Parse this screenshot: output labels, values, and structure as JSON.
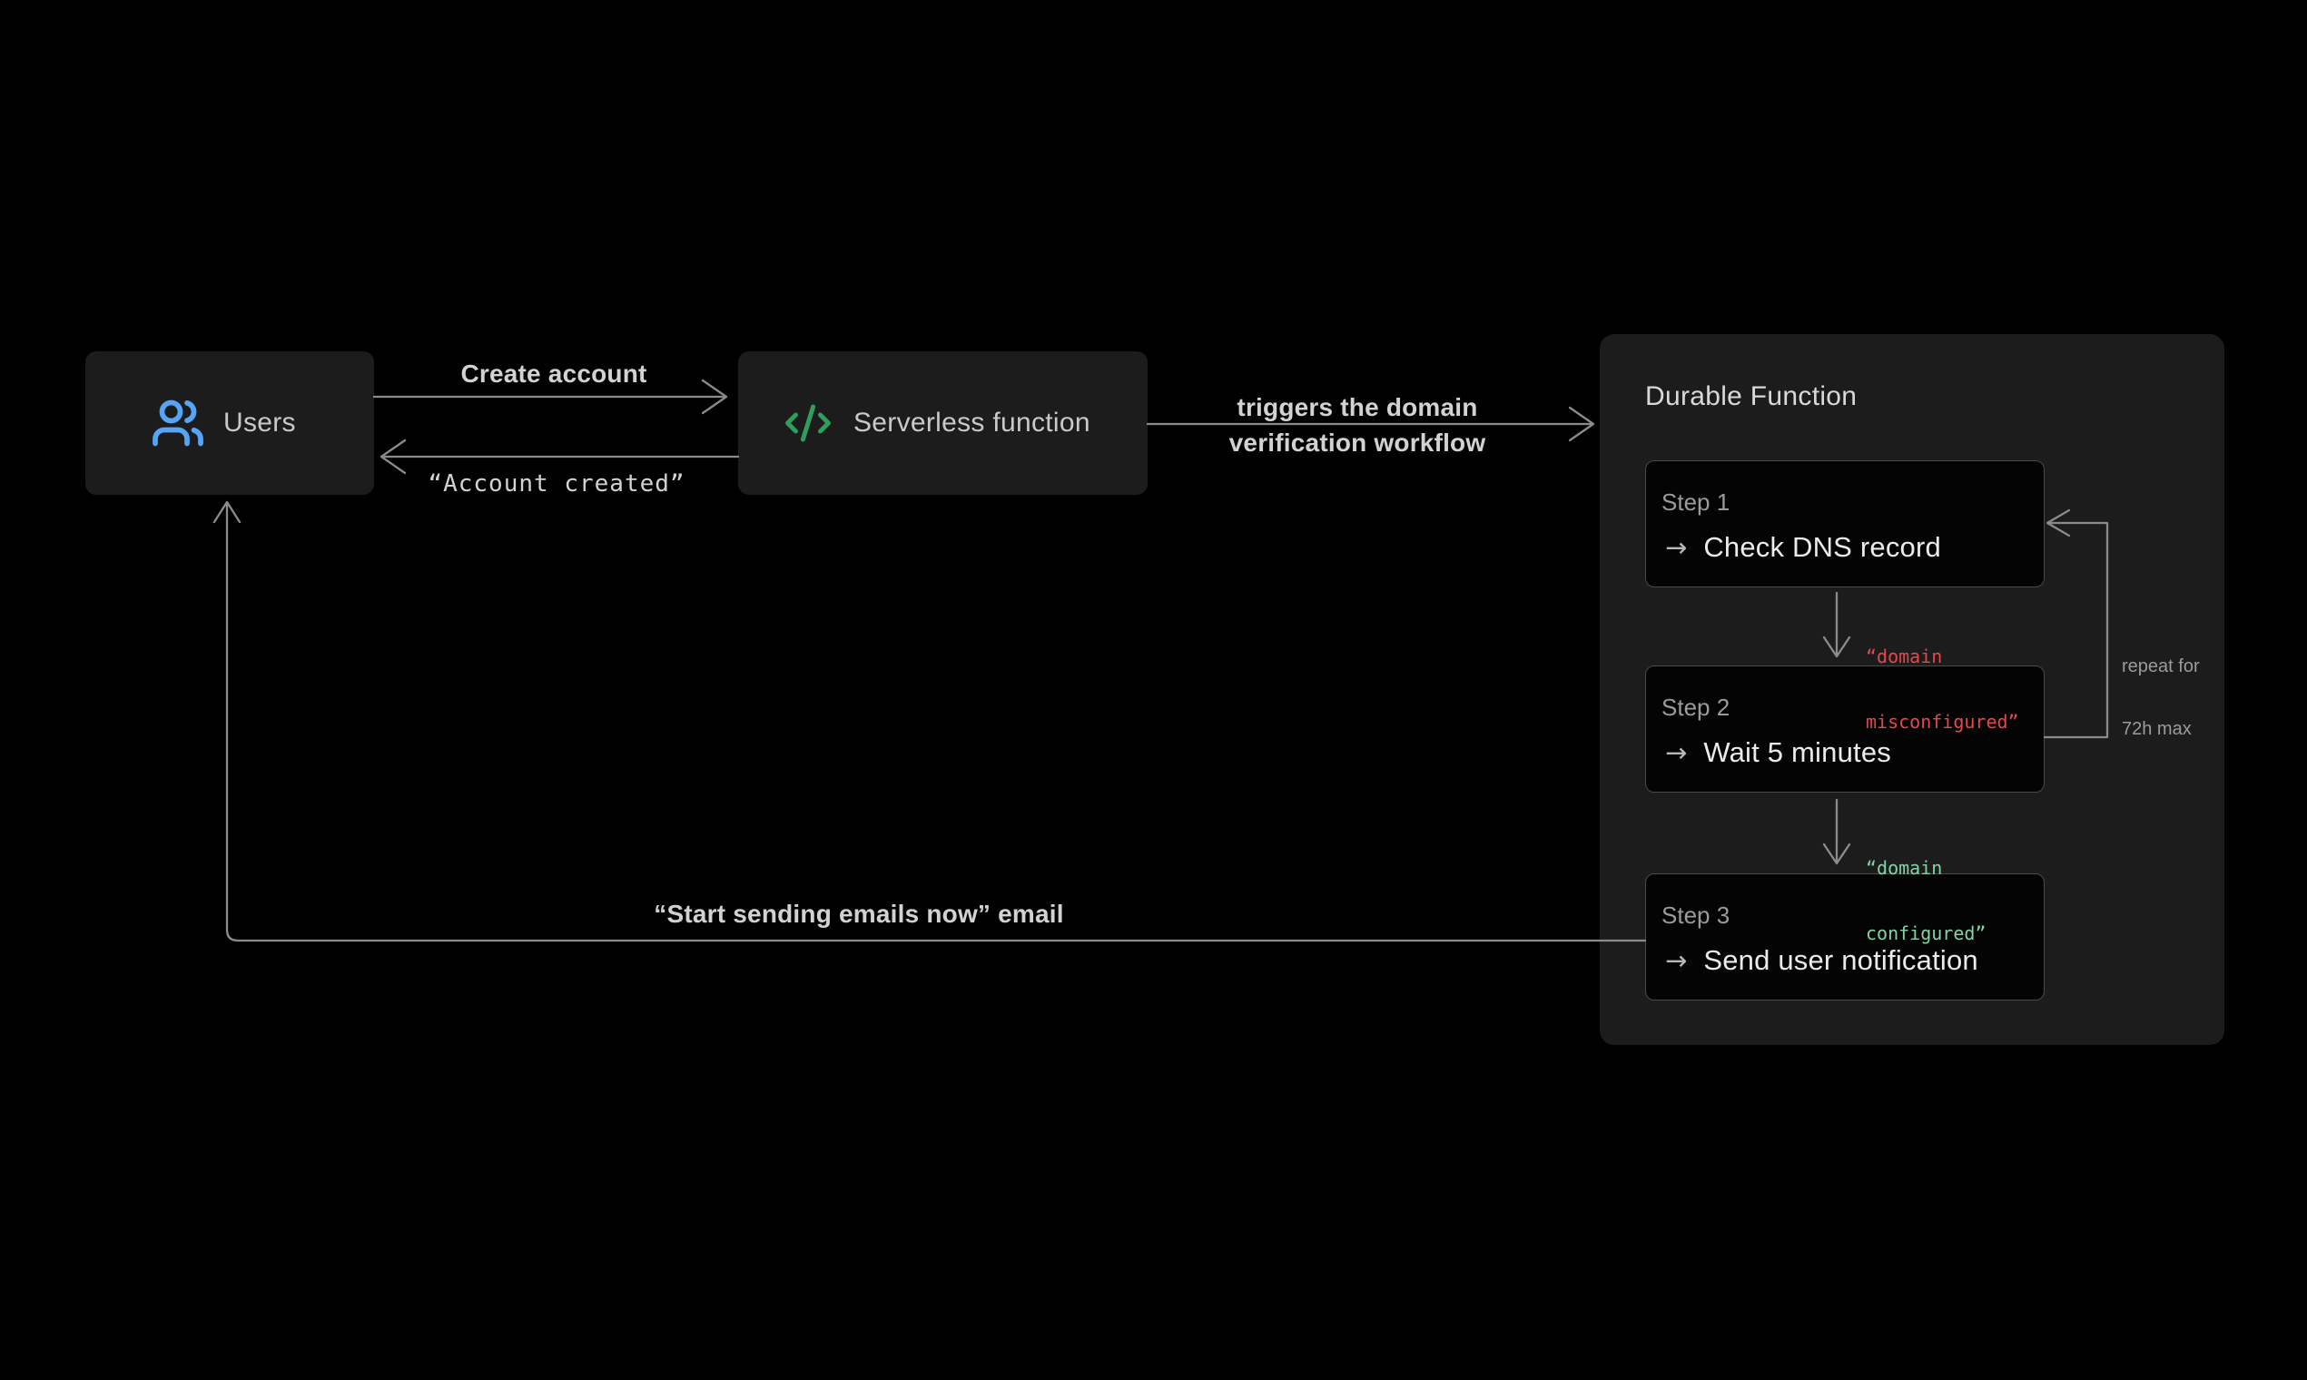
{
  "diagram": {
    "users_box": {
      "label": "Users"
    },
    "serverless_box": {
      "label": "Serverless function"
    },
    "edges": {
      "create_account": {
        "label": "Create account"
      },
      "account_created": {
        "label": "“Account created”"
      },
      "triggers": {
        "label_line1": "triggers the domain",
        "label_line2": "verification workflow"
      },
      "domain_misconfigured": {
        "label_line1": "“domain",
        "label_line2": "misconfigured”"
      },
      "domain_configured": {
        "label_line1": "“domain",
        "label_line2": "configured”"
      },
      "repeat_note": {
        "label_line1": "repeat for",
        "label_line2": "72h max"
      },
      "start_sending": {
        "label": "“Start sending emails now” email"
      }
    },
    "durable_function": {
      "title": "Durable Function",
      "steps": [
        {
          "label": "Step 1",
          "action": "Check DNS record"
        },
        {
          "label": "Step 2",
          "action": "Wait 5 minutes"
        },
        {
          "label": "Step 3",
          "action": "Send user notification"
        }
      ]
    },
    "icons": {
      "step_arrow": "→"
    },
    "colors": {
      "background": "#000000",
      "panel_bg": "#1c1c1c",
      "node_bg": "#1c1c1c",
      "step_bg": "#040404",
      "step_border": "#4a4a4a",
      "arrow": "#8b8b8b",
      "text_primary": "#d2d2d2",
      "text_secondary": "#9b9b9b",
      "action_text": "#ebebeb",
      "users_icon": "#55a4f6",
      "code_icon": "#2f9e5c",
      "error_text": "#e2484e",
      "success_text": "#84d3a5"
    }
  }
}
